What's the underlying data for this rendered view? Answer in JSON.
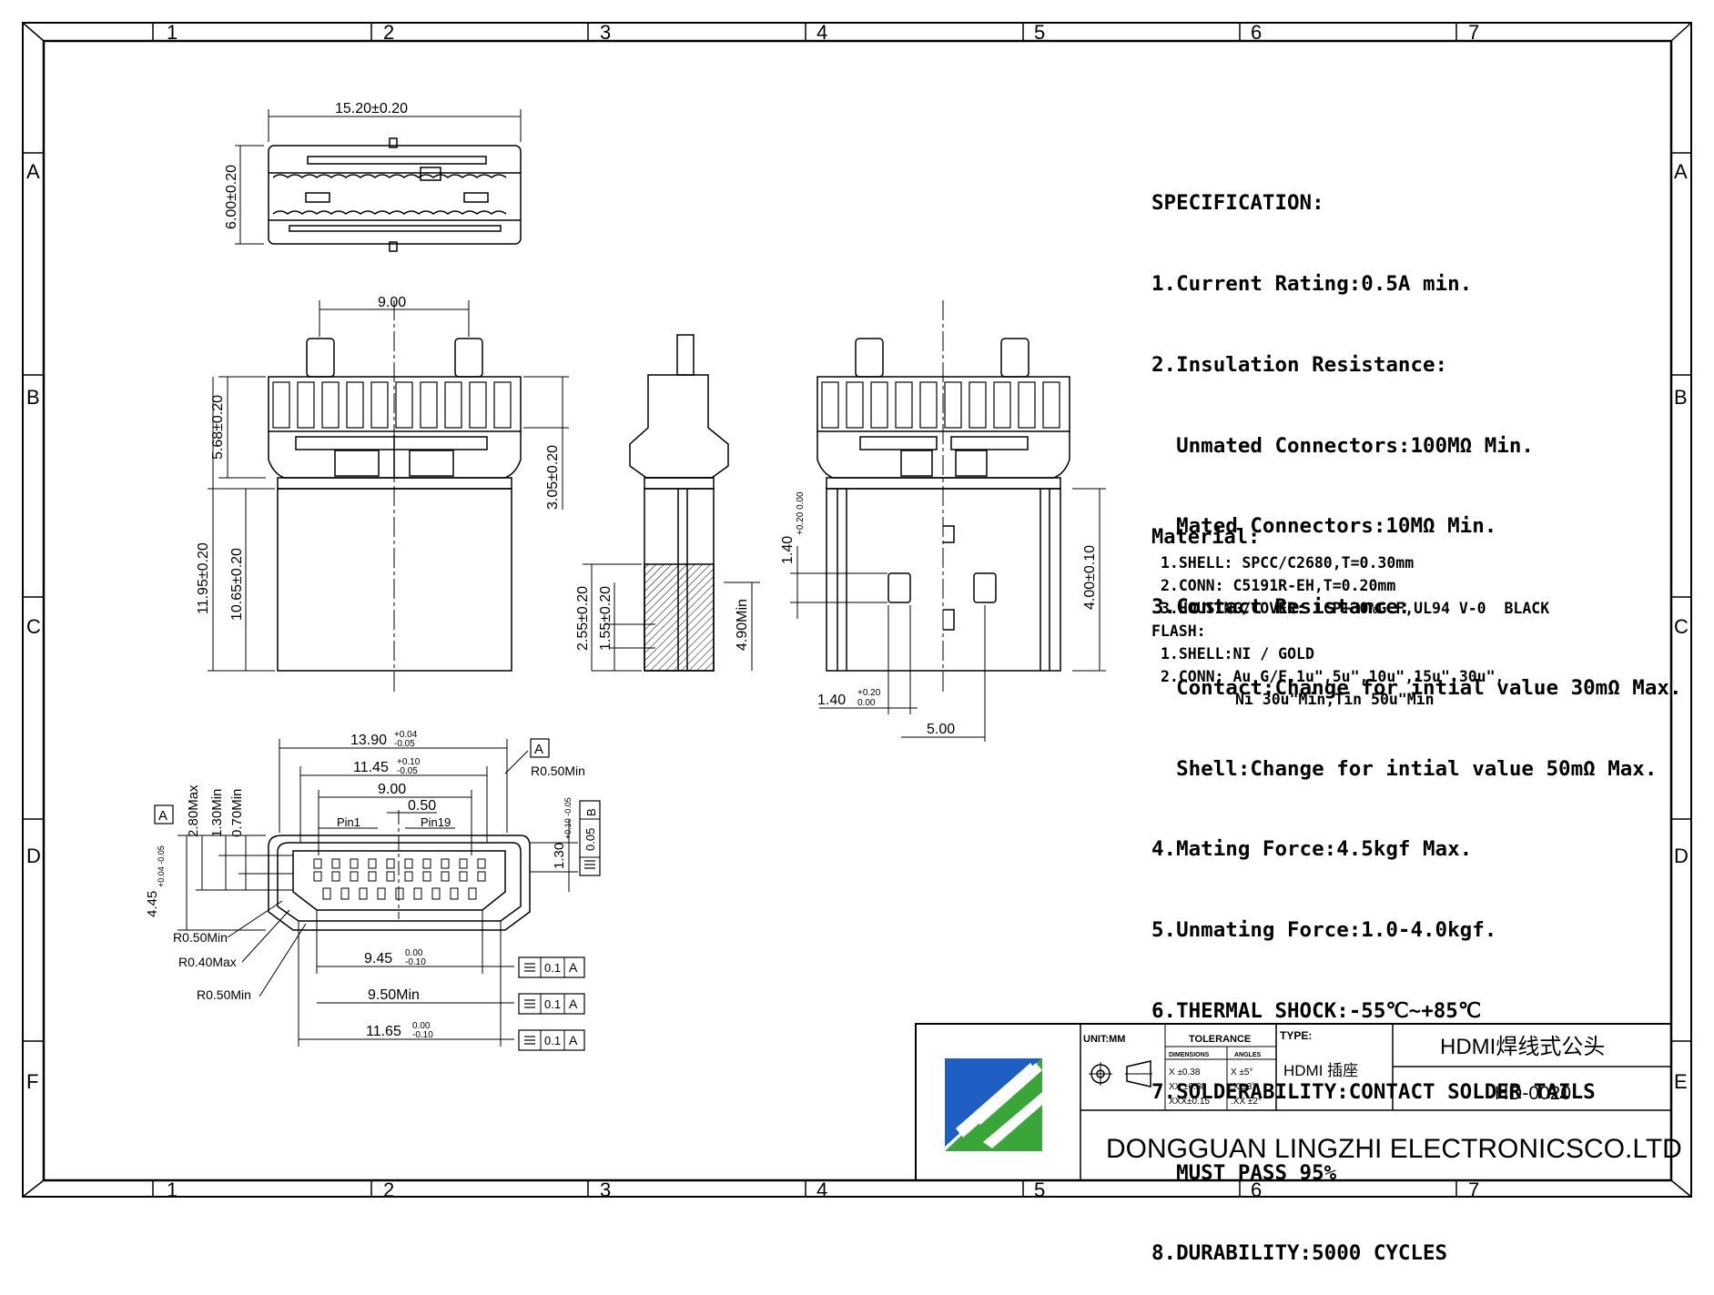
{
  "frame": {
    "col_labels": [
      "1",
      "2",
      "3",
      "4",
      "5",
      "6",
      "7"
    ],
    "row_labels": [
      "A",
      "B",
      "C",
      "D",
      "E",
      "F"
    ]
  },
  "specification": {
    "heading": "SPECIFICATION:",
    "lines": [
      "1.Current Rating:0.5A min.",
      "2.Insulation Resistance:",
      "  Unmated Connectors:100MΩ Min.",
      "  Mated Connectors:10MΩ Min.",
      "3.Contact Resistance:",
      "  Contact:Change for intial value 30mΩ Max.",
      "  Shell:Change for intial value 50mΩ Max.",
      "4.Mating Force:4.5kgf Max.",
      "5.Unmating Force:1.0-4.0kgf.",
      "6.THERMAL SHOCK:-55℃~+85℃",
      "7.SOLDERABILITY:CONTACT SOLDER TAILS",
      "  MUST PASS 95%",
      "8.DURABILITY:5000 CYCLES"
    ]
  },
  "material": {
    "heading": "Material:",
    "items": [
      "1.SHELL: SPCC/C2680,T=0.30mm",
      "2.CONN: C5191R-EH,T=0.20mm",
      "3.HOUSING/COVER: LCP+30%G.F,UL94 V-0  BLACK"
    ],
    "flash_heading": "FLASH:",
    "flash_items": [
      "1.SHELL:NI / GOLD",
      "2.CONN: Au G/F,1u\",5u\",10u\",15u\",30u\","
    ],
    "flash_cont": "Ni 30u\"Min,Tin 50u\"Min"
  },
  "dimensions": {
    "top_width": "15.20±0.20",
    "top_height": "6.00±0.20",
    "front_pitch": "9.00",
    "front_h1": "5.68±0.20",
    "front_h2": "11.95±0.20",
    "front_h3": "10.65±0.20",
    "side_h1": "3.05±0.20",
    "side_h2": "2.55±0.20",
    "side_h3": "1.55±0.20",
    "side_h4": "4.90Min",
    "rear_h1_base": "1.40",
    "rear_h1_tol": "+0.20 0.00",
    "rear_h2": "4.00±0.10",
    "rear_w1_base": "1.40",
    "rear_w1_tol_up": "+0.20",
    "rear_w1_tol_dn": "0.00",
    "rear_w2": "5.00",
    "end_w1_base": "13.90",
    "end_w1_tol_up": "+0.04",
    "end_w1_tol_dn": "-0.05",
    "end_w2_base": "11.45",
    "end_w2_tol_up": "+0.10",
    "end_w2_tol_dn": "-0.05",
    "end_w3": "9.00",
    "end_pitch": "0.50",
    "pin1": "Pin1",
    "pin19": "Pin19",
    "r050_top": "R0.50Min",
    "h_280": "2.80Max",
    "h_130": "1.30Min",
    "h_070": "0.70Min",
    "h_445_base": "4.45",
    "h_445_tol": "+0.04 -0.05",
    "h_130b_base": "1.30",
    "h_130b_tol": "+0.10 -0.05",
    "r050_l": "R0.50Min",
    "r040": "R0.40Max",
    "r050_b": "R0.50Min",
    "w945_base": "9.45",
    "w945_tol_up": "0.00",
    "w945_tol_dn": "-0.10",
    "w950": "9.50Min",
    "w1165_base": "11.65",
    "w1165_tol_up": "0.00",
    "w1165_tol_dn": "-0.10",
    "datum_a": "A",
    "datum_b": "B",
    "fcf_val": "0.1",
    "fcf_parallel": "0.05"
  },
  "title_block": {
    "unit_label": "UNIT:MM",
    "tolerance_label": "TOLERANCE",
    "dimensions_label": "DIMENSIONS",
    "angles_label": "ANGLES",
    "tol_rows": [
      [
        "X  ±0.38",
        "X  ±5°"
      ],
      [
        "XX ±0.30",
        ".X  ±3°"
      ],
      [
        "XXX±0.15",
        ".XX ±2°"
      ]
    ],
    "type_label": "TYPE:",
    "type_value": "HDMI 插座",
    "part_name": "HDMI焊线式公头",
    "part_number": "HD-0020",
    "company": "DONGGUAN LINGZHI ELECTRONICSCO.LTD"
  },
  "colors": {
    "logo_blue": "#1f5fc4",
    "logo_green": "#3aa63a",
    "logo_teal": "#2a86a8"
  }
}
